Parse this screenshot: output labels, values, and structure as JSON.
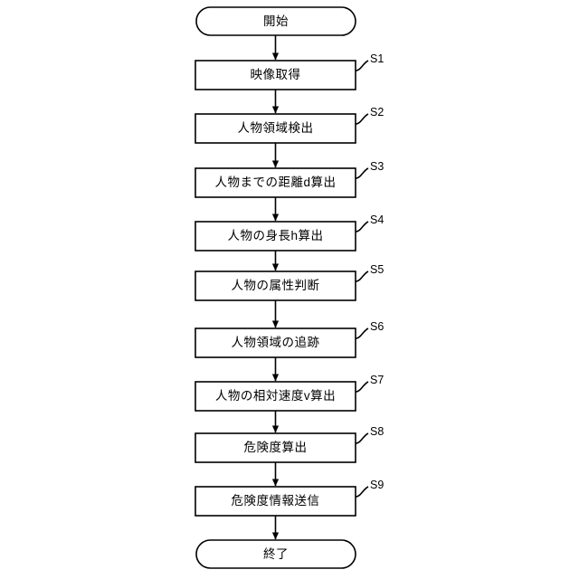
{
  "diagram": {
    "type": "flowchart",
    "orientation": "vertical",
    "background_color": "#ffffff",
    "stroke_color": "#000000",
    "terminators": {
      "start": {
        "label": "開始",
        "shape": "stadium"
      },
      "end": {
        "label": "終了",
        "shape": "stadium"
      }
    },
    "steps": [
      {
        "tag": "S1",
        "label": "映像取得"
      },
      {
        "tag": "S2",
        "label": "人物領域検出"
      },
      {
        "tag": "S3",
        "label": "人物までの距離d算出"
      },
      {
        "tag": "S4",
        "label": "人物の身長h算出"
      },
      {
        "tag": "S5",
        "label": "人物の属性判断"
      },
      {
        "tag": "S6",
        "label": "人物領域の追跡"
      },
      {
        "tag": "S7",
        "label": "人物の相対速度v算出"
      },
      {
        "tag": "S8",
        "label": "危険度算出"
      },
      {
        "tag": "S9",
        "label": "危険度情報送信"
      }
    ]
  }
}
